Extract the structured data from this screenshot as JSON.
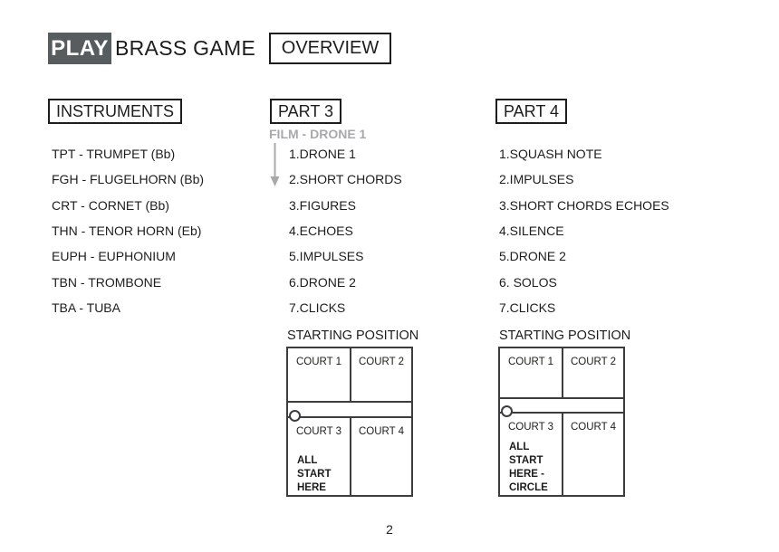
{
  "header": {
    "play_label": "PLAY",
    "title": "BRASS GAME",
    "overview_label": "OVERVIEW"
  },
  "colors": {
    "play_box_bg": "#575c5f",
    "muted_gray": "#a7a9ab",
    "text": "#1d1d1b",
    "diagram_border": "#3b3d3f"
  },
  "instruments": {
    "heading": "INSTRUMENTS",
    "items": [
      "TPT - TRUMPET (Bb)",
      "FGH - FLUGELHORN (Bb)",
      "CRT - CORNET (Bb)",
      "THN - TENOR HORN (Eb)",
      "EUPH - EUPHONIUM",
      "TBN - TROMBONE",
      "TBA - TUBA"
    ]
  },
  "part3": {
    "heading": "PART 3",
    "film_note": "FILM - DRONE 1",
    "arrow_icon": "down-arrow",
    "items": [
      "1.DRONE 1",
      "2.SHORT CHORDS",
      "3.FIGURES",
      "4.ECHOES",
      "5.IMPULSES",
      "6.DRONE 2",
      "7.CLICKS"
    ],
    "starting": {
      "heading": "STARTING POSITION",
      "court1": "COURT 1",
      "court2": "COURT 2",
      "court3": "COURT 3",
      "court4": "COURT 4",
      "note": "ALL\nSTART\nHERE"
    }
  },
  "part4": {
    "heading": "PART 4",
    "items": [
      "1.SQUASH NOTE",
      "2.IMPULSES",
      "3.SHORT CHORDS ECHOES",
      "4.SILENCE",
      "5.DRONE 2",
      "6. SOLOS",
      "7.CLICKS"
    ],
    "starting": {
      "heading": "STARTING POSITION",
      "court1": "COURT 1",
      "court2": "COURT 2",
      "court3": "COURT 3",
      "court4": "COURT 4",
      "note": "ALL\nSTART\nHERE -\nCIRCLE"
    }
  },
  "footer": {
    "page_number": "2"
  }
}
